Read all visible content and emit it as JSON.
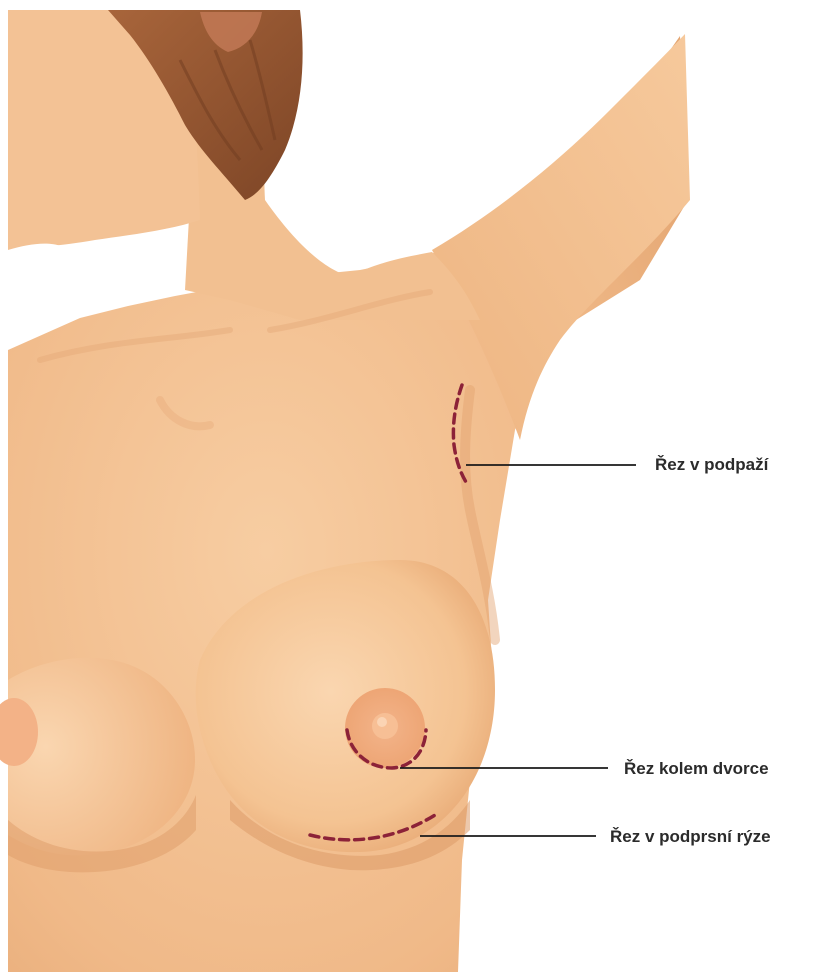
{
  "labels": {
    "axilla": "Řez v podpaží",
    "periareolar": "Řez kolem dvorce",
    "inframammary": "Řez v podprsní rýze"
  },
  "colors": {
    "skin": "#f1bd8d",
    "skin_light": "#f8d3ab",
    "skin_shadow": "#dc9d6c",
    "hair": "#9a5a34",
    "areola": "#f0a87a",
    "incision": "#8c2238",
    "leader_line": "#1a1a1a",
    "background": "#ffffff"
  }
}
